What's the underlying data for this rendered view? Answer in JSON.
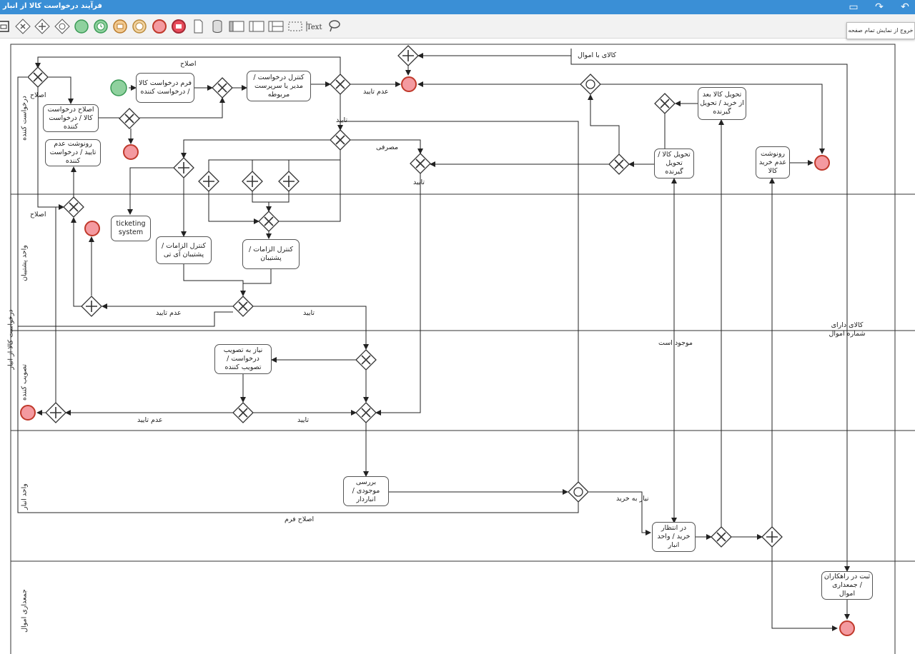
{
  "window": {
    "title": "فرآیند درخواست کالا از انبار"
  },
  "toolbar_right": {
    "tooltip": "خروج از نمایش تمام صفحه"
  },
  "toolbar_tools": [
    {
      "icon": "expand-icon"
    },
    {
      "icon": "exclusive-gateway-icon"
    },
    {
      "icon": "parallel-gateway-icon"
    },
    {
      "icon": "event-gateway-icon"
    },
    {
      "icon": "start-event-icon"
    },
    {
      "icon": "timer-event-icon"
    },
    {
      "icon": "message-event-icon"
    },
    {
      "icon": "timer-intermediate-icon"
    },
    {
      "icon": "end-event-icon"
    },
    {
      "icon": "message-end-event-icon"
    },
    {
      "icon": "data-object-icon"
    },
    {
      "icon": "data-store-icon"
    },
    {
      "icon": "pool-icon"
    },
    {
      "icon": "lane-icon"
    },
    {
      "icon": "split-lane-icon"
    },
    {
      "icon": "group-icon"
    },
    {
      "icon": "text-annotation-icon",
      "label": "Text"
    },
    {
      "icon": "lasso-icon"
    }
  ],
  "pool": {
    "name": "درخواست کالا از انبار"
  },
  "lanes": [
    {
      "name": "درخواست کننده"
    },
    {
      "name": "واحد پشتیبان"
    },
    {
      "name": "تصویب کننده"
    },
    {
      "name": "واحد انبار"
    },
    {
      "name": "جمعداری اموال"
    }
  ],
  "tasks": {
    "form": "فرم درخواست کالا / درخواست کننده",
    "control_manager": "کنترل درخواست / مدیر یا سرپرست مربوطه",
    "fix_request": "اصلاح درخواست کالا / درخواست کننده",
    "reject_copy": "رونوشت عدم تایید / درخواست کننده",
    "ticketing": "ticketing system",
    "control_it": "کنترل الزامات / پشتیبان آی تی",
    "control_support": "کنترل الزامات / پشتیبان",
    "need_approval": "نیاز به تصویب درخواست / تصویب کننده",
    "check_stock": "بررسی موجودی / انباردار",
    "wait_purchase": "در انتظار خرید / واحد انبار",
    "deliver_after": "تحویل کالا بعد از خرید / تحویل گیرنده",
    "deliver": "تحویل کالا / تحویل گیرنده",
    "no_purchase_copy": "رونوشت عدم خرید کالا",
    "register": "ثبت در راهکاران / جمعداری اموال"
  },
  "flow_labels": {
    "fix_top": "اصلاح",
    "fix_left": "اصلاح",
    "reject1": "عدم تایید",
    "approve1": "تایید",
    "consumable": "مصرفی",
    "approve_right": "تایید",
    "fix_support": "اصلاح",
    "reject_support": "عدم تایید",
    "approve_support": "تایید",
    "reject_approver": "عدم تایید",
    "approve_approver": "تایید",
    "fix_form": "اصلاح فرم",
    "need_purchase": "نیاز به خرید",
    "in_stock": "موجود است",
    "asset_goods": "کالای با اموال",
    "asset_numbered": "کالای دارای شماره اموال"
  }
}
